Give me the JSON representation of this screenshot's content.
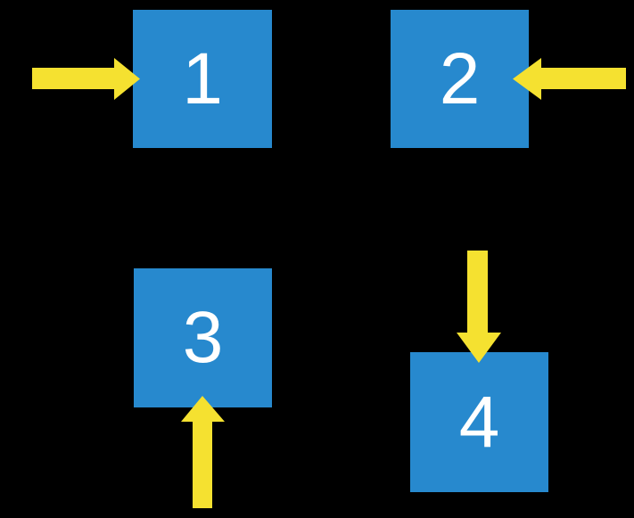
{
  "colors": {
    "background": "#000000",
    "box_fill": "#2789CE",
    "box_label": "#FFFFFF",
    "arrow_fill": "#F5E130"
  },
  "boxes": [
    {
      "label": "1",
      "arrow_direction": "right",
      "arrow_enters_from": "left"
    },
    {
      "label": "2",
      "arrow_direction": "left",
      "arrow_enters_from": "right"
    },
    {
      "label": "3",
      "arrow_direction": "up",
      "arrow_enters_from": "bottom"
    },
    {
      "label": "4",
      "arrow_direction": "down",
      "arrow_enters_from": "top"
    }
  ]
}
